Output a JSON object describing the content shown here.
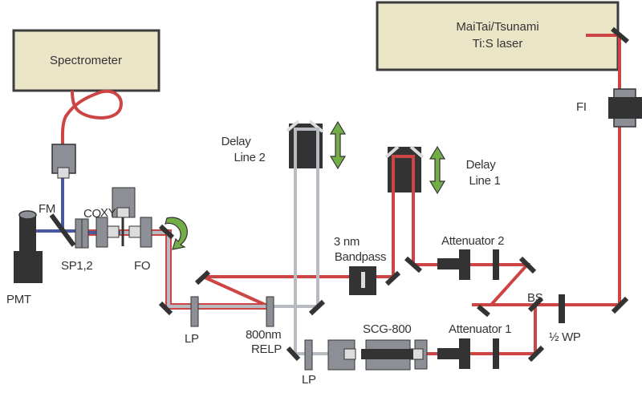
{
  "title": "Optical setup schematic",
  "colors": {
    "red_beam": "#cc4444",
    "blue_beam": "#4a58a0",
    "gray_beam": "#b8bcc2",
    "component_dark": "#333333",
    "component_gray": "#8c9096",
    "component_light": "#dcdcdc",
    "box_fill": "#ebe5c8",
    "arrow_green": "#72ad48"
  },
  "boxes": {
    "spectrometer": "Spectrometer",
    "laser_line1": "MaiTai/Tsunami",
    "laser_line2": "Ti:S laser"
  },
  "labels": {
    "fi": "FI",
    "xy": "XY",
    "fm": "FM",
    "co": "CO",
    "sp": "SP1,2",
    "fo": "FO",
    "pmt": "PMT",
    "delay2_line1": "Delay",
    "delay2_line2": "Line 2",
    "delay1_line1": "Delay",
    "delay1_line2": "Line 1",
    "bandpass_line1": "3 nm",
    "bandpass_line2": "Bandpass",
    "attenuator2": "Attenuator 2",
    "attenuator1": "Attenuator 1",
    "bs": "BS",
    "wp": "½ WP",
    "lp_left": "LP",
    "relp_line1": "800nm",
    "relp_line2": "RELP",
    "lp_bottom": "LP",
    "scg": "SCG-800"
  }
}
